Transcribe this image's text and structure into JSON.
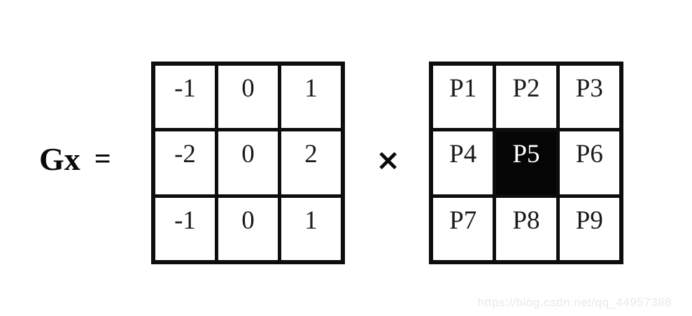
{
  "formula": {
    "label": "Gx",
    "equals_sign": "=",
    "multiply_sign": "×"
  },
  "kernel": {
    "rows": [
      [
        "-1",
        "0",
        "1"
      ],
      [
        "-2",
        "0",
        "2"
      ],
      [
        "-1",
        "0",
        "1"
      ]
    ]
  },
  "pixels": {
    "rows": [
      [
        "P1",
        "P2",
        "P3"
      ],
      [
        "P4",
        "P5",
        "P6"
      ],
      [
        "P7",
        "P8",
        "P9"
      ]
    ],
    "highlighted": "P5"
  },
  "watermark": {
    "text": "https://blog.csdn.net/qq_44957388"
  },
  "colors": {
    "background": "#ffffff",
    "grid_line": "#0d0d0d",
    "highlight_bg": "#050505",
    "highlight_text": "#ffffff",
    "watermark": "#e9e9e9"
  }
}
